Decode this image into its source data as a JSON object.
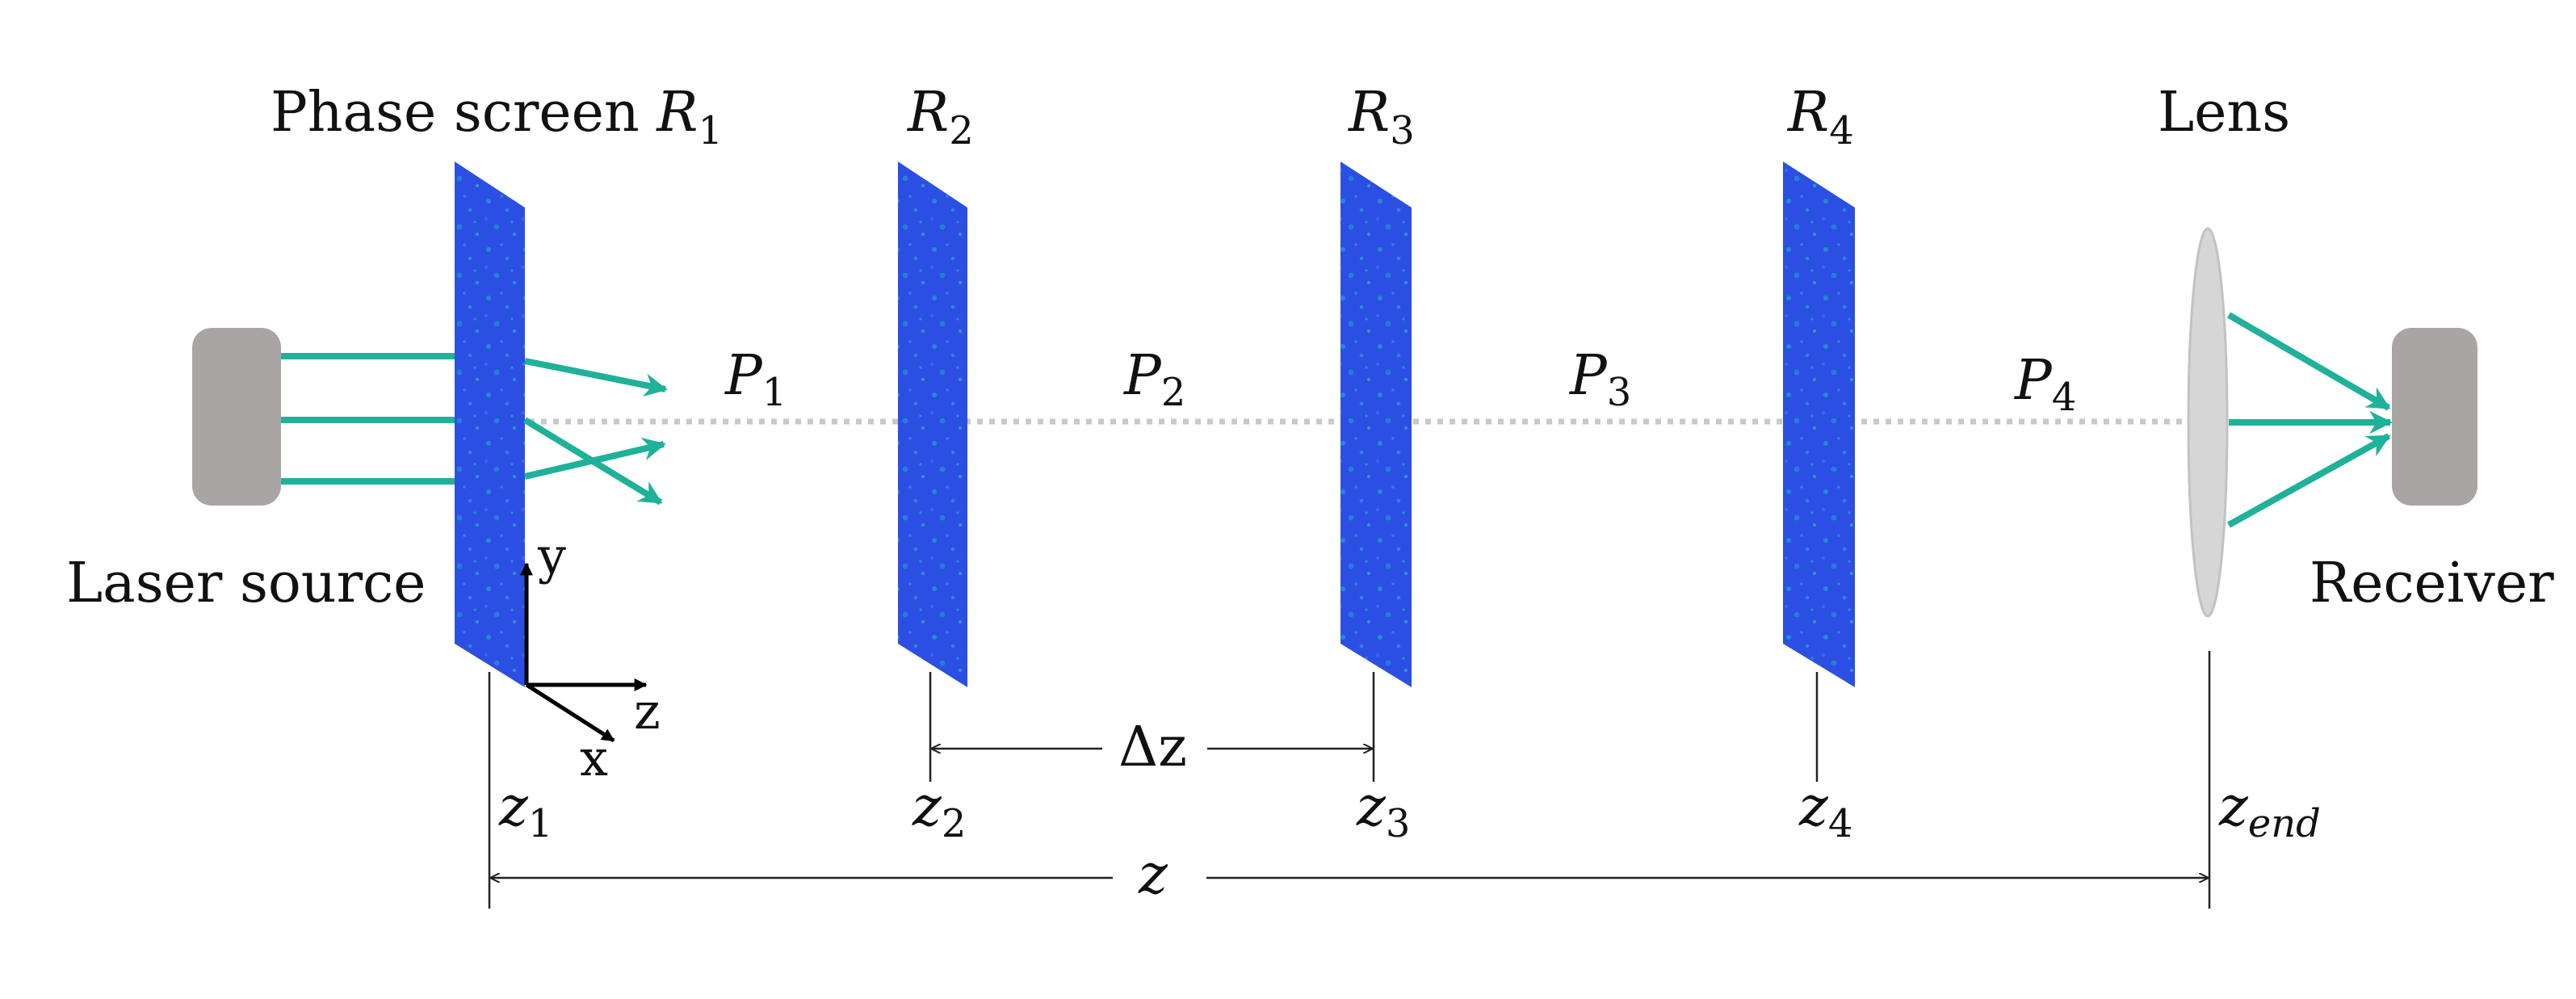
{
  "labels": {
    "phase_screen": "Phase screen",
    "laser_source": "Laser source",
    "lens": "Lens",
    "receiver": "Receiver",
    "delta_z": "Δz",
    "z": "z"
  },
  "screens": [
    {
      "R": "R",
      "R_sub": "1",
      "z": "z",
      "z_sub": "1"
    },
    {
      "R": "R",
      "R_sub": "2",
      "z": "z",
      "z_sub": "2"
    },
    {
      "R": "R",
      "R_sub": "3",
      "z": "z",
      "z_sub": "3"
    },
    {
      "R": "R",
      "R_sub": "4",
      "z": "z",
      "z_sub": "4"
    }
  ],
  "z_end": {
    "z": "z",
    "sub": "end"
  },
  "propagation": [
    {
      "P": "P",
      "sub": "1"
    },
    {
      "P": "P",
      "sub": "2"
    },
    {
      "P": "P",
      "sub": "3"
    },
    {
      "P": "P",
      "sub": "4"
    }
  ],
  "coord_axes": {
    "y": "y",
    "z": "z",
    "x": "x"
  },
  "colors": {
    "beam": "#1fb19a",
    "device": "#a9a5a4",
    "screen_base": "#2c4fe3",
    "screen_speckle": "#1fb7c8",
    "lens": "#d4d4d4",
    "optical_axis": "#c8c8c8",
    "lines": "#222222"
  }
}
